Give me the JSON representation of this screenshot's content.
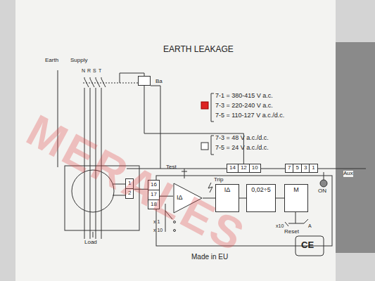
{
  "diagram": {
    "title": "EARTH LEAKAGE",
    "nodes": [
      {
        "text": [
          "Ba"
        ]
      },
      {
        "text": [
          "14",
          "12",
          "10"
        ]
      },
      {
        "text": [
          "7",
          "5",
          "3",
          "1"
        ]
      },
      {
        "text": [
          "1",
          "2"
        ]
      },
      {
        "text": [
          "16",
          "17",
          "18"
        ]
      },
      {
        "text": [
          "IΔ"
        ]
      },
      {
        "text": [
          "IΔ"
        ]
      },
      {
        "text": [
          "0,02÷5"
        ]
      },
      {
        "text": [
          "M"
        ]
      }
    ],
    "edges": [
      {
        "from": 1,
        "to": 0,
        "arrow": "none"
      },
      {
        "from": 3,
        "to": 4,
        "arrow": "none"
      },
      {
        "from": 4,
        "to": 5,
        "arrow": "none"
      },
      {
        "from": 5,
        "to": 6,
        "arrow": "none"
      },
      {
        "from": 6,
        "to": 7,
        "arrow": "none"
      },
      {
        "from": 7,
        "to": 8,
        "arrow": "none"
      }
    ],
    "labels": [
      "Earth",
      "Supply",
      "N",
      "R",
      "S",
      "T",
      "7-1 = 380-415 V a.c.",
      "7-3 = 220-240 V a.c.",
      "7-5 = 110-127 V a.c./d.c.",
      "7-3 = 48 V a.c./d.c.",
      "7-5 = 24 V a.c./d.c.",
      "Aux",
      "Trip",
      "Test",
      "x 1",
      "x 10",
      "x10",
      "A",
      "Reset",
      "ON",
      "Load",
      "Made in EU",
      "CE",
      "MERALES"
    ]
  }
}
